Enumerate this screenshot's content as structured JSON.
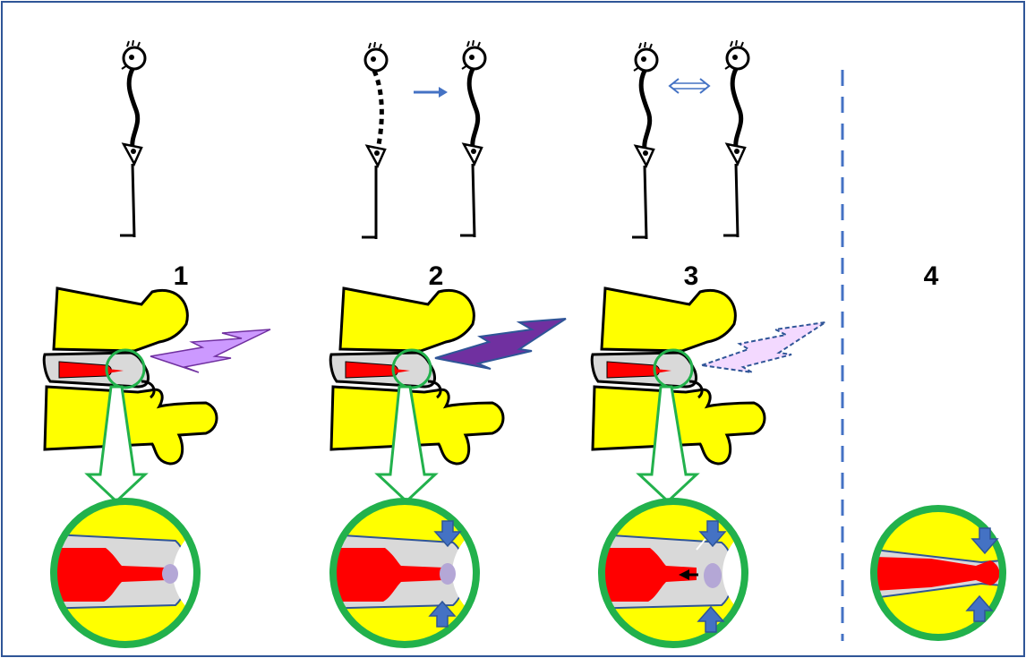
{
  "panels": [
    {
      "label": "1"
    },
    {
      "label": "2"
    },
    {
      "label": "3"
    },
    {
      "label": "4"
    }
  ],
  "colors": {
    "frame": "#2f5597",
    "vertebra": "#ffff00",
    "nucleus": "#ff0000",
    "annulus": "#d9d9d9",
    "magnifier": "#22b14c",
    "pain": "#cc99ff",
    "pain_strong": "#7030a0",
    "pressure_arrow": "#4472c4",
    "divider": "#4472c4",
    "herniation": "#b4a7d6"
  },
  "icons": [
    "skeleton-figure-icon",
    "lightning-icon",
    "magnifier-arrow-icon",
    "pressure-arrow-icon",
    "move-arrow-icon",
    "double-arrow-icon"
  ]
}
